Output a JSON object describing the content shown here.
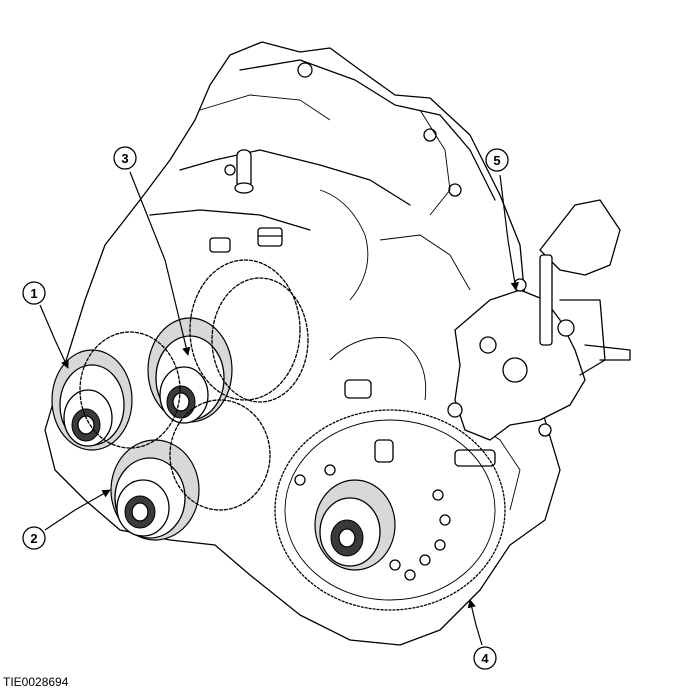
{
  "figure": {
    "id_label": "TIE0028694",
    "subject": "transmission-gear-assembly"
  },
  "callouts": [
    {
      "number": "1"
    },
    {
      "number": "2"
    },
    {
      "number": "3"
    },
    {
      "number": "4"
    },
    {
      "number": "5"
    }
  ],
  "colors": {
    "ink": "#000000",
    "background": "#ffffff",
    "shade": "#d8d8d8"
  }
}
